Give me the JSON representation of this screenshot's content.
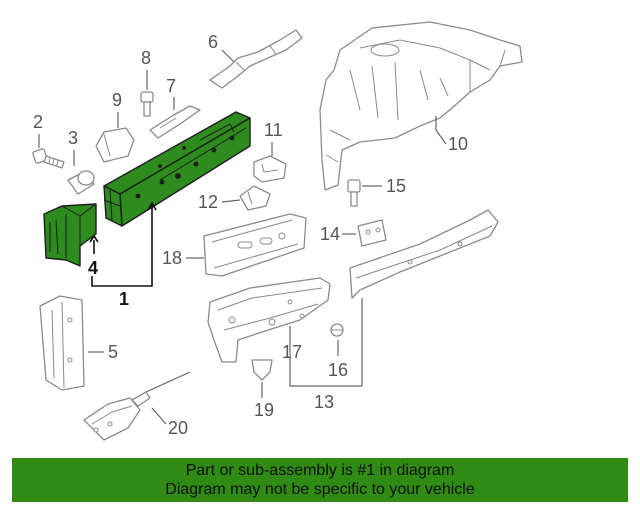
{
  "callouts": {
    "c1": "1",
    "c2": "2",
    "c3": "3",
    "c4": "4",
    "c5": "5",
    "c6": "6",
    "c7": "7",
    "c8": "8",
    "c9": "9",
    "c10": "10",
    "c11": "11",
    "c12": "12",
    "c13": "13",
    "c14": "14",
    "c15": "15",
    "c16": "16",
    "c17": "17",
    "c18": "18",
    "c19": "19",
    "c20": "20"
  },
  "highlight_color": "#2e8b1e",
  "banner": {
    "line1": "Part or sub-assembly is #1 in diagram",
    "line2": "Diagram may not be specific to your vehicle",
    "color": "#2f8b13"
  }
}
